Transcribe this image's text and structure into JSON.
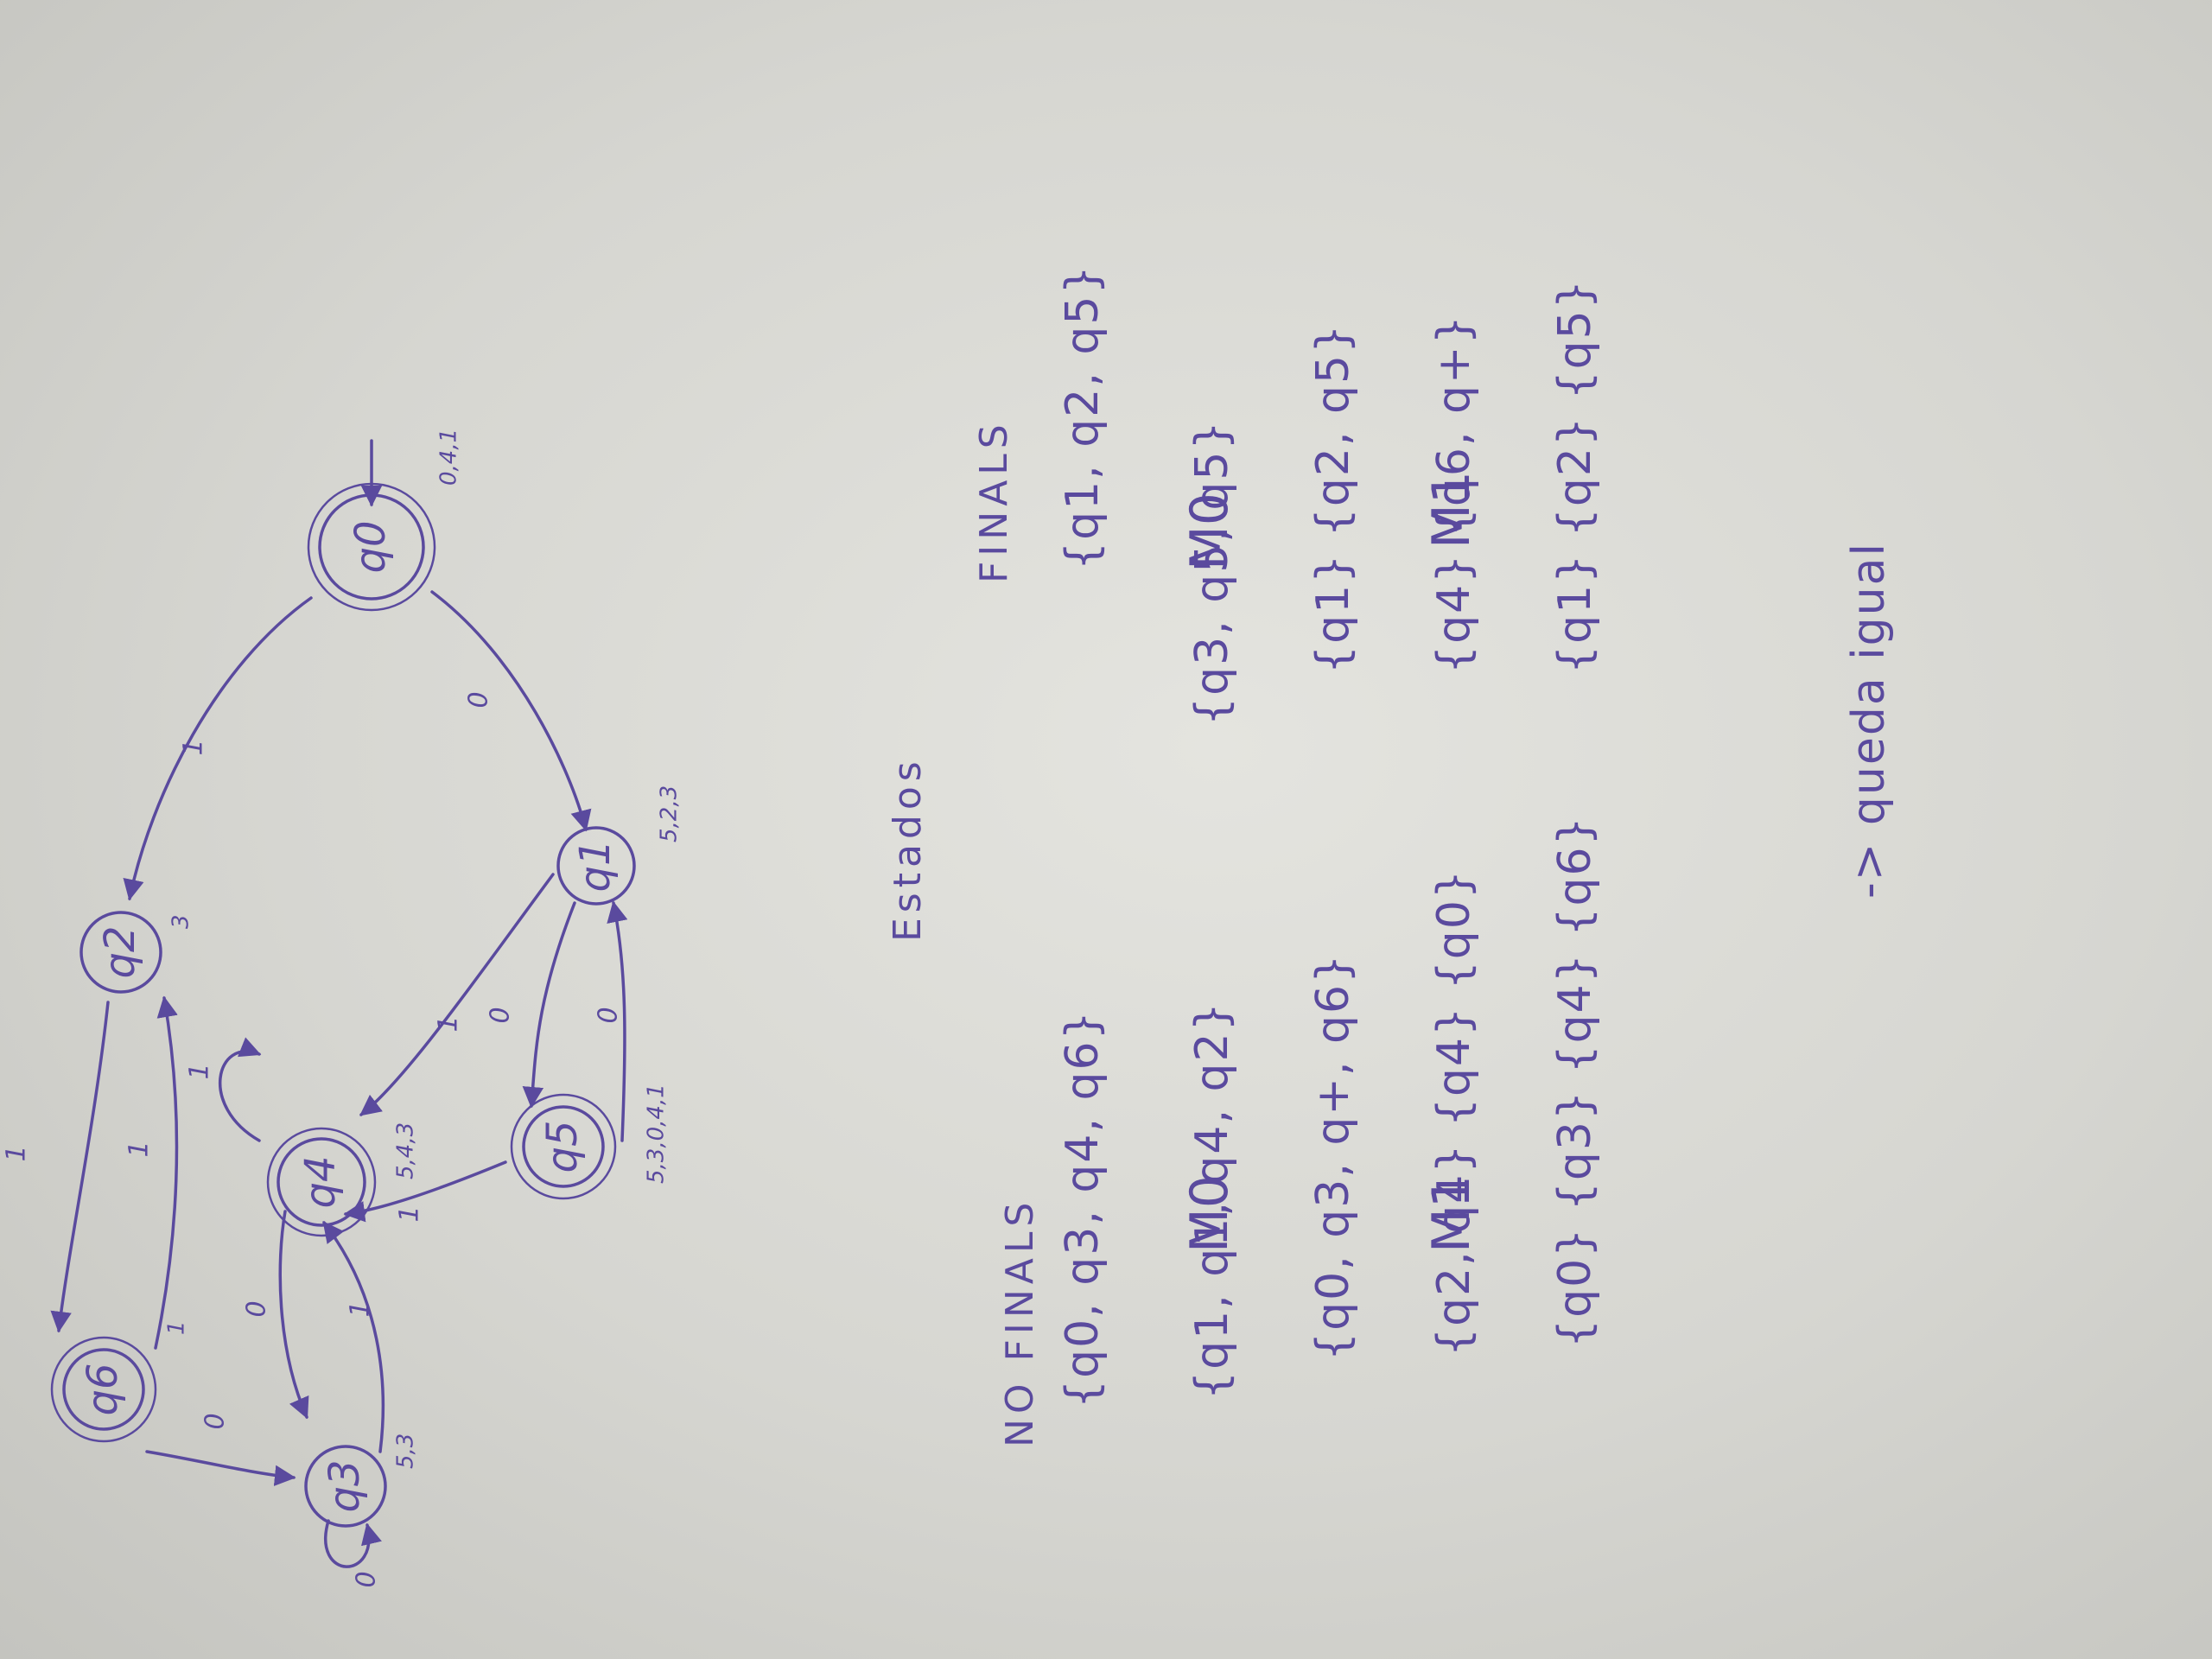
{
  "diagram": {
    "states": [
      {
        "id": "q0",
        "label": "q0",
        "outputs": "0,4,1"
      },
      {
        "id": "q1",
        "label": "q1",
        "outputs": "5,2,3"
      },
      {
        "id": "q2",
        "label": "q2",
        "outputs": "3"
      },
      {
        "id": "q3",
        "label": "q3",
        "outputs": "5,3"
      },
      {
        "id": "q4",
        "label": "q4",
        "outputs": "5,4,3"
      },
      {
        "id": "q5",
        "label": "q5",
        "outputs": "5,3,0,4,1"
      },
      {
        "id": "q6",
        "label": "q6",
        "outputs": "1"
      }
    ],
    "edges": [
      {
        "from": "q0",
        "to": "q1",
        "label": "0"
      },
      {
        "from": "q0",
        "to": "q2",
        "label": "1"
      },
      {
        "from": "q1",
        "to": "q4",
        "label": "1"
      },
      {
        "from": "q1",
        "to": "q5",
        "label": "0"
      },
      {
        "from": "q5",
        "to": "q1",
        "label": "0"
      },
      {
        "from": "q5",
        "to": "q4",
        "label": "1"
      },
      {
        "from": "q2",
        "to": "q6",
        "label": "1"
      },
      {
        "from": "q6",
        "to": "q2",
        "label": "1"
      },
      {
        "from": "q6",
        "to": "q3",
        "label": "0"
      },
      {
        "from": "q3",
        "to": "q3",
        "label": "0"
      },
      {
        "from": "q4",
        "to": "q4",
        "label": "1"
      },
      {
        "from": "q4",
        "to": "q3",
        "label": "0"
      },
      {
        "from": "q3",
        "to": "q4",
        "label": "1"
      }
    ]
  },
  "notes": {
    "title": "Estados",
    "finals_heading": "FINALS",
    "nofinals_heading": "NO FINALS",
    "finals_rows": [
      {
        "prefix": "",
        "text": "{q1, q2, q5}"
      },
      {
        "prefix": "M0",
        "text": "{q3, q5, q5}"
      },
      {
        "prefix": "",
        "text": "{q1} {q2, q5}"
      },
      {
        "prefix": "M1",
        "text": "{q4} {q6, q+}"
      },
      {
        "prefix": "",
        "text": "{q1} {q2} {q5}"
      }
    ],
    "nofinals_rows": [
      {
        "prefix": "",
        "text": "{q0, q3, q4, q6}"
      },
      {
        "prefix": "M0",
        "text": "{q1, q1, q4, q2}"
      },
      {
        "prefix": "",
        "text": "{q0, q3, q+, q6}"
      },
      {
        "prefix": "M1",
        "text": "{q2, q4} {q4} {q0}"
      },
      {
        "prefix": "",
        "text": "{q0} {q3} {q4} {q6}"
      }
    ],
    "conclusion": "-> queda igual"
  },
  "colors": {
    "ink": "#5a4a9e",
    "paper": "#dcdcd7"
  }
}
